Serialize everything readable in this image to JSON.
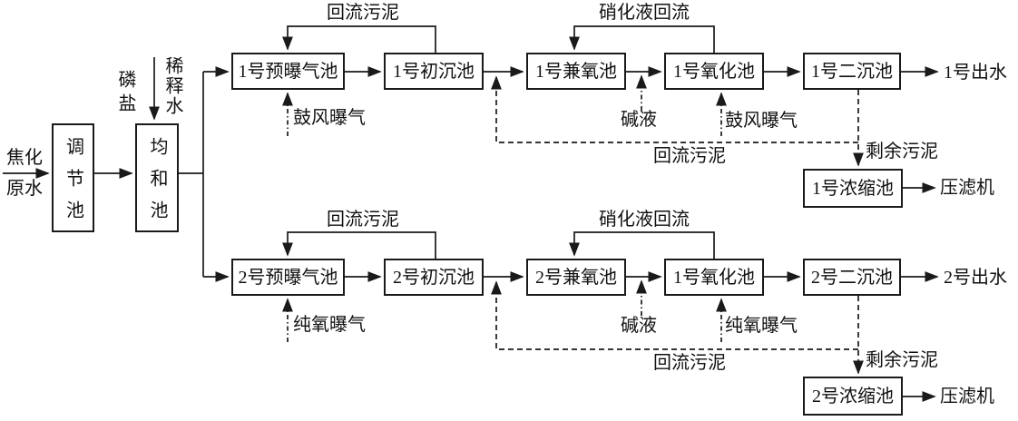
{
  "source": {
    "line1": "焦化",
    "line2": "原水"
  },
  "pretreatment": {
    "regulation_tank": "调节池",
    "equalization_tank": "均和池",
    "phosphate": "磷盐",
    "dilution_water": "稀释水"
  },
  "train1": {
    "pre_aeration_tank": "1号预曝气池",
    "primary_settling_tank": "1号初沉池",
    "facultative_tank": "1号兼氧池",
    "oxidation_tank": "1号氧化池",
    "secondary_settling_tank": "1号二沉池",
    "effluent": "1号出水",
    "return_sludge_top": "回流污泥",
    "nitrified_liquid_return": "硝化液回流",
    "pre_aeration_input": "鼓风曝气",
    "alkali_input": "碱液",
    "oxidation_aeration_input": "鼓风曝气",
    "return_sludge_bottom": "回流污泥",
    "excess_sludge": "剩余污泥",
    "thickening_tank": "1号浓缩池",
    "filter_press": "压滤机"
  },
  "train2": {
    "pre_aeration_tank": "2号预曝气池",
    "primary_settling_tank": "2号初沉池",
    "facultative_tank": "2号兼氧池",
    "oxidation_tank": "1号氧化池",
    "secondary_settling_tank": "2号二沉池",
    "effluent": "2号出水",
    "return_sludge_top": "回流污泥",
    "nitrified_liquid_return": "硝化液回流",
    "pre_aeration_input": "纯氧曝气",
    "alkali_input": "碱液",
    "oxidation_aeration_input": "纯氧曝气",
    "return_sludge_bottom": "回流污泥",
    "excess_sludge": "剩余污泥",
    "thickening_tank": "2号浓缩池",
    "filter_press": "压滤机"
  },
  "colors": {
    "line": "#1a1a1a",
    "background": "#ffffff"
  }
}
